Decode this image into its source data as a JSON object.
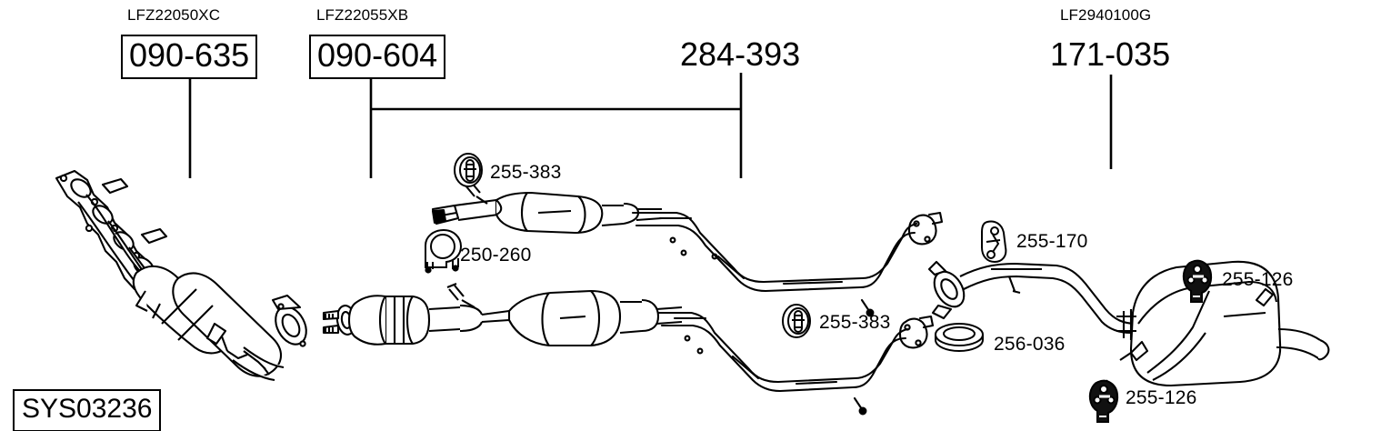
{
  "diagram": {
    "system_code": "SYS03236",
    "title_labels": [
      {
        "oem_code": "LFZ22050XC",
        "number": "090-635",
        "boxed": true
      },
      {
        "oem_code": "LFZ22055XB",
        "number": "090-604",
        "boxed": true
      },
      {
        "oem_code": "",
        "number": "284-393",
        "boxed": false
      },
      {
        "oem_code": "LF2940100G",
        "number": "171-035",
        "boxed": false
      }
    ],
    "callouts": [
      {
        "number": "255-383",
        "icon": "rubber-hanger-icon"
      },
      {
        "number": "250-260",
        "icon": "u-bolt-clamp-icon"
      },
      {
        "number": "255-383",
        "icon": "rubber-hanger-icon"
      },
      {
        "number": "255-170",
        "icon": "mount-bracket-icon"
      },
      {
        "number": "255-126",
        "icon": "rubber-mount-icon"
      },
      {
        "number": "256-036",
        "icon": "gasket-ring-icon"
      },
      {
        "number": "255-126",
        "icon": "rubber-mount-icon"
      }
    ],
    "components": [
      {
        "name": "exhaust-manifold-with-catalyst"
      },
      {
        "name": "upper-front-pipe-with-resonator"
      },
      {
        "name": "lower-catalytic-converter-with-resonator"
      },
      {
        "name": "upper-intermediate-pipe"
      },
      {
        "name": "lower-intermediate-pipe"
      },
      {
        "name": "rear-muffler-with-tailpipe"
      }
    ]
  }
}
